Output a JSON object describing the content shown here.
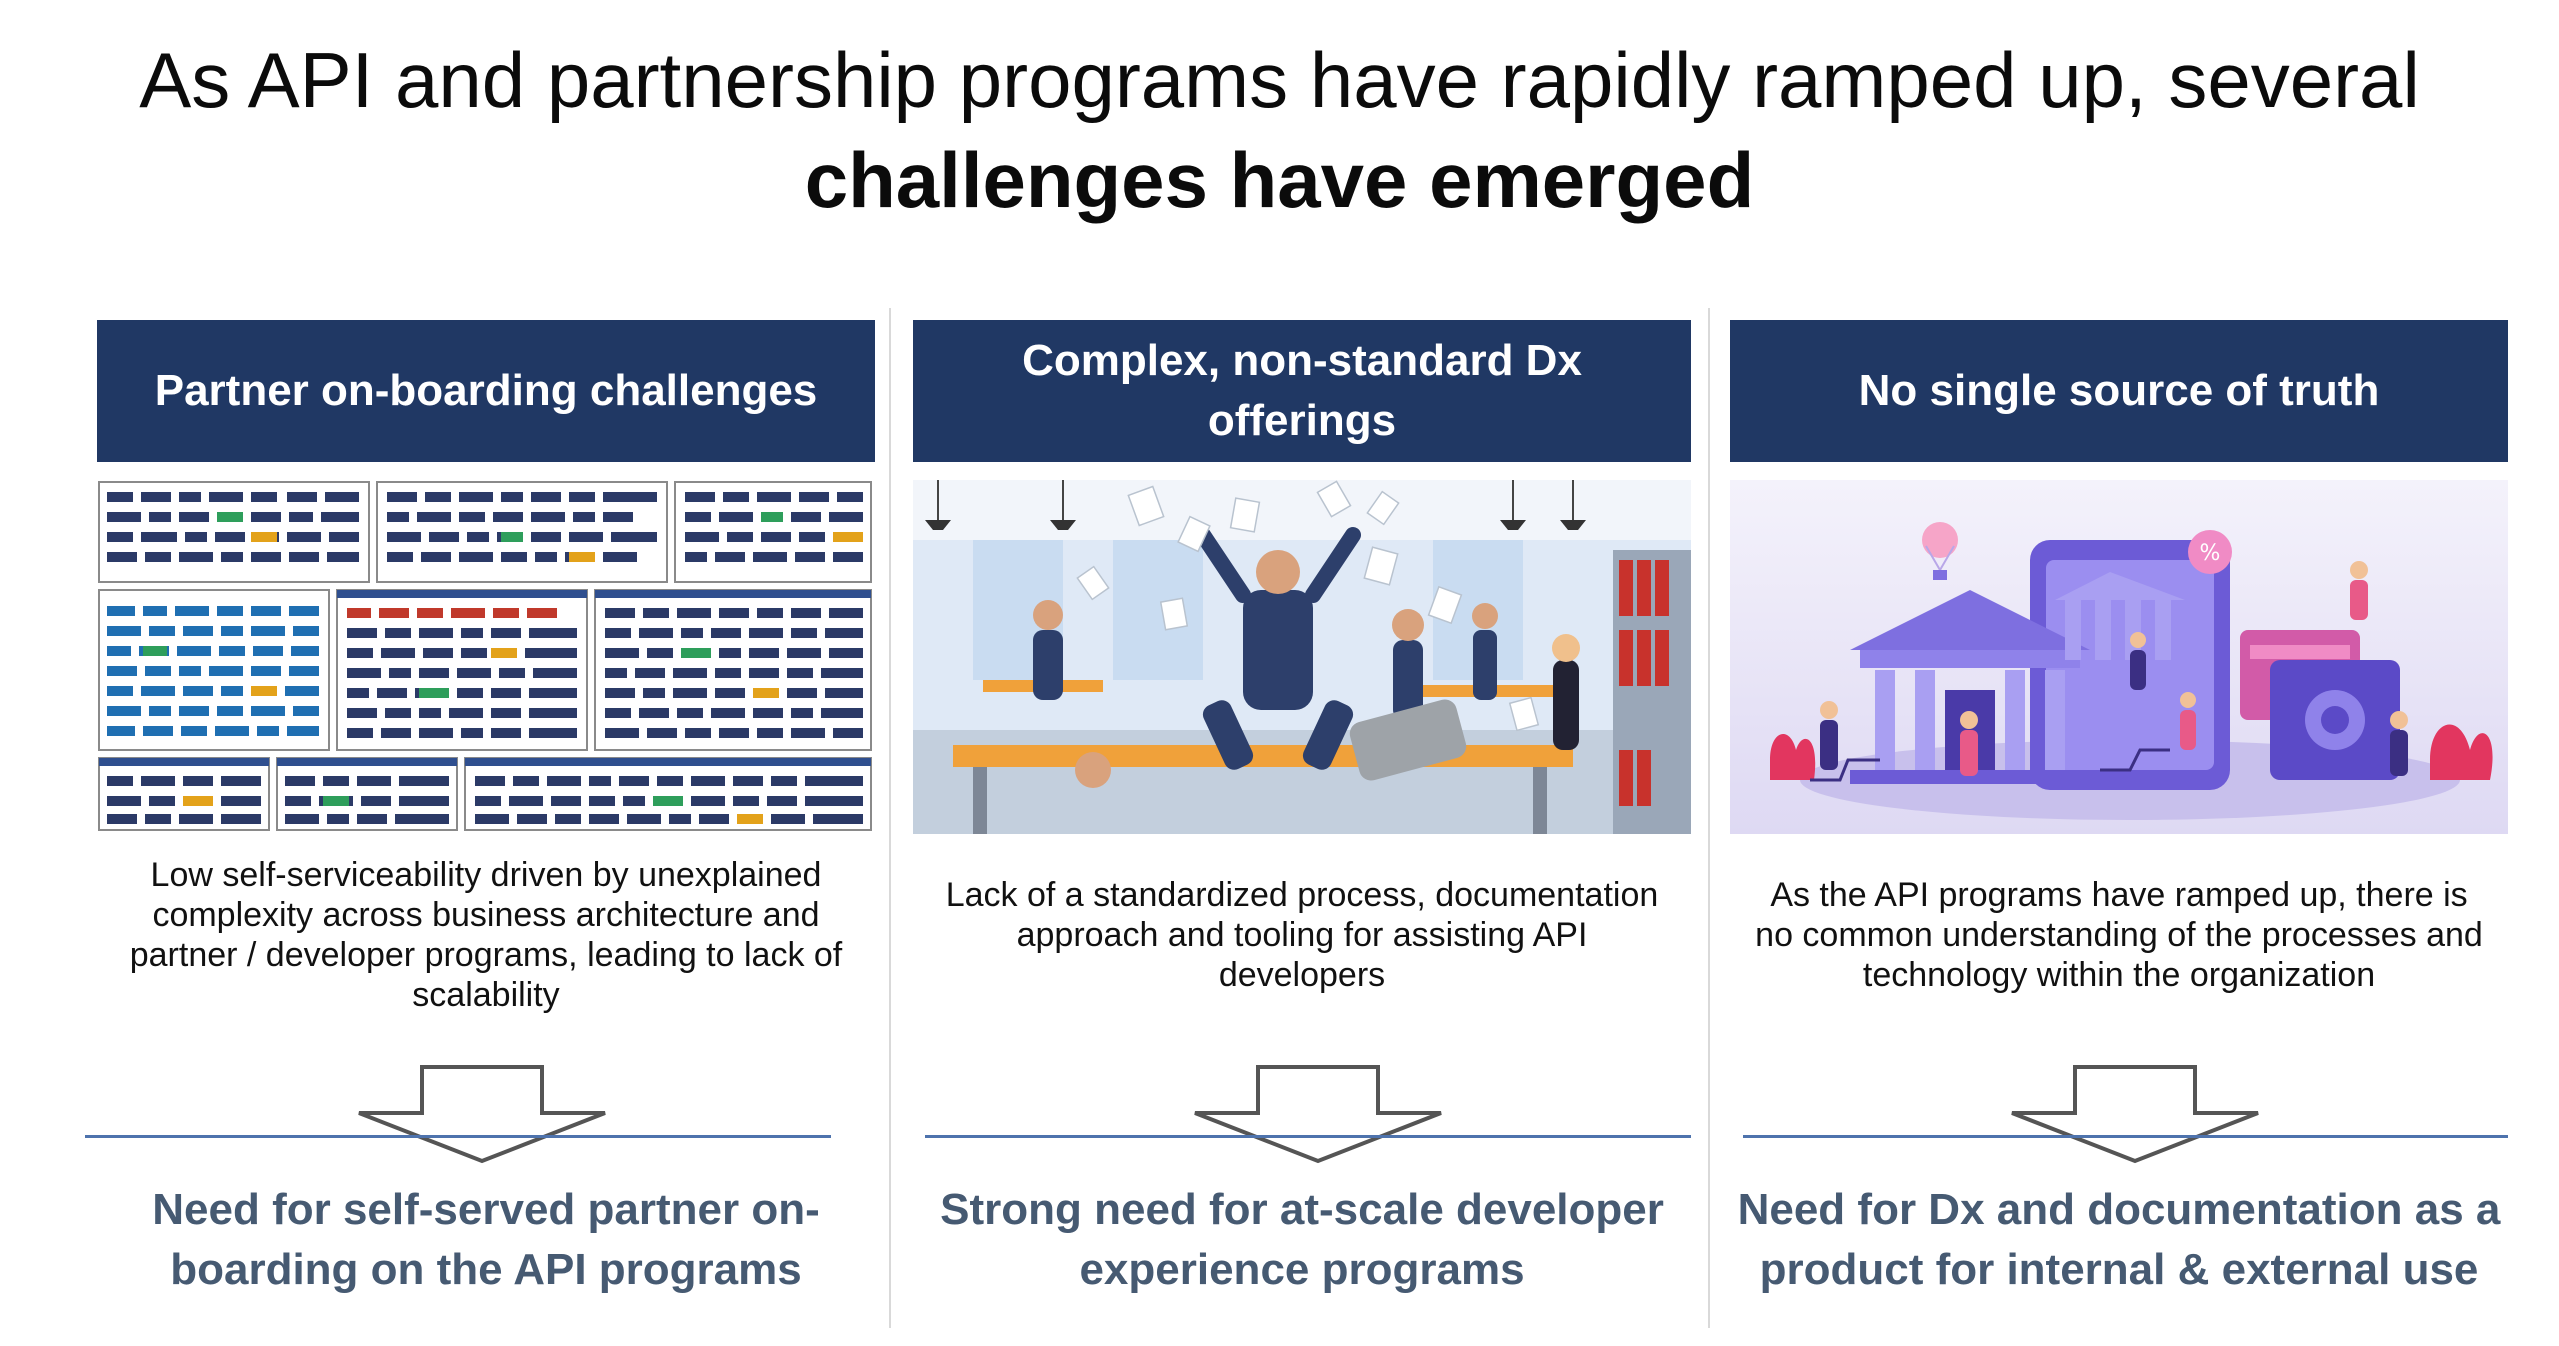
{
  "page": {
    "title_line1": "As API and partnership programs have rapidly ramped up, several",
    "title_line2": "challenges have emerged"
  },
  "columns": [
    {
      "header": "Partner on-boarding challenges",
      "image": "fintech-landscape-logo-grid",
      "description": "Low self-serviceability driven by unexplained complexity across business architecture and partner / developer programs, leading to lack of scalability",
      "need": "Need for self-served partner on-boarding on the API programs"
    },
    {
      "header": "Complex, non-standard Dx offerings",
      "image": "chaotic-office-illustration",
      "description": "Lack of a standardized process, documentation approach and tooling for assisting API developers",
      "need": "Strong need for at-scale developer experience programs"
    },
    {
      "header": "No single source of truth",
      "image": "digital-banking-illustration",
      "description": "As the API programs have ramped up, there is no common understanding of the processes and technology within the organization",
      "need": "Need for Dx and documentation as a product for internal & external use"
    }
  ],
  "colors": {
    "header_bg": "#203864",
    "header_text": "#ffffff",
    "need_text": "#465a72",
    "rule": "#4e73ad",
    "separator": "#d9d9d9"
  }
}
